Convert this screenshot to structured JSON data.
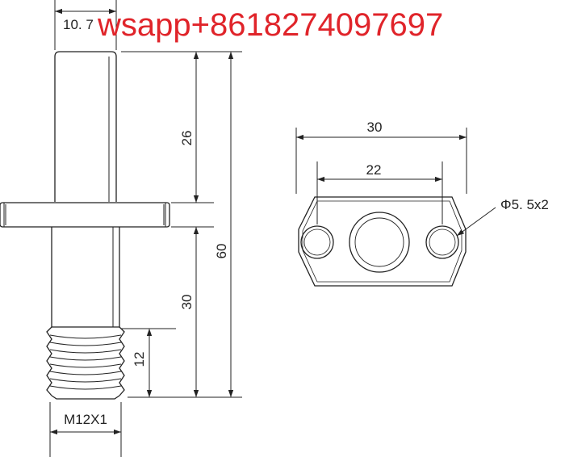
{
  "watermark": "wsapp+8618274097697",
  "left_view": {
    "dims": {
      "top_width": "10. 7",
      "upper_length": "26",
      "lower_length": "30",
      "total_length": "60",
      "thread_length": "12",
      "thread_size": "M12X1"
    }
  },
  "right_view": {
    "dims": {
      "overall_width": "30",
      "hole_spacing": "22",
      "hole_callout": "Φ5. 5x2"
    }
  },
  "colors": {
    "line": "#222222",
    "watermark": "#e0242a"
  }
}
